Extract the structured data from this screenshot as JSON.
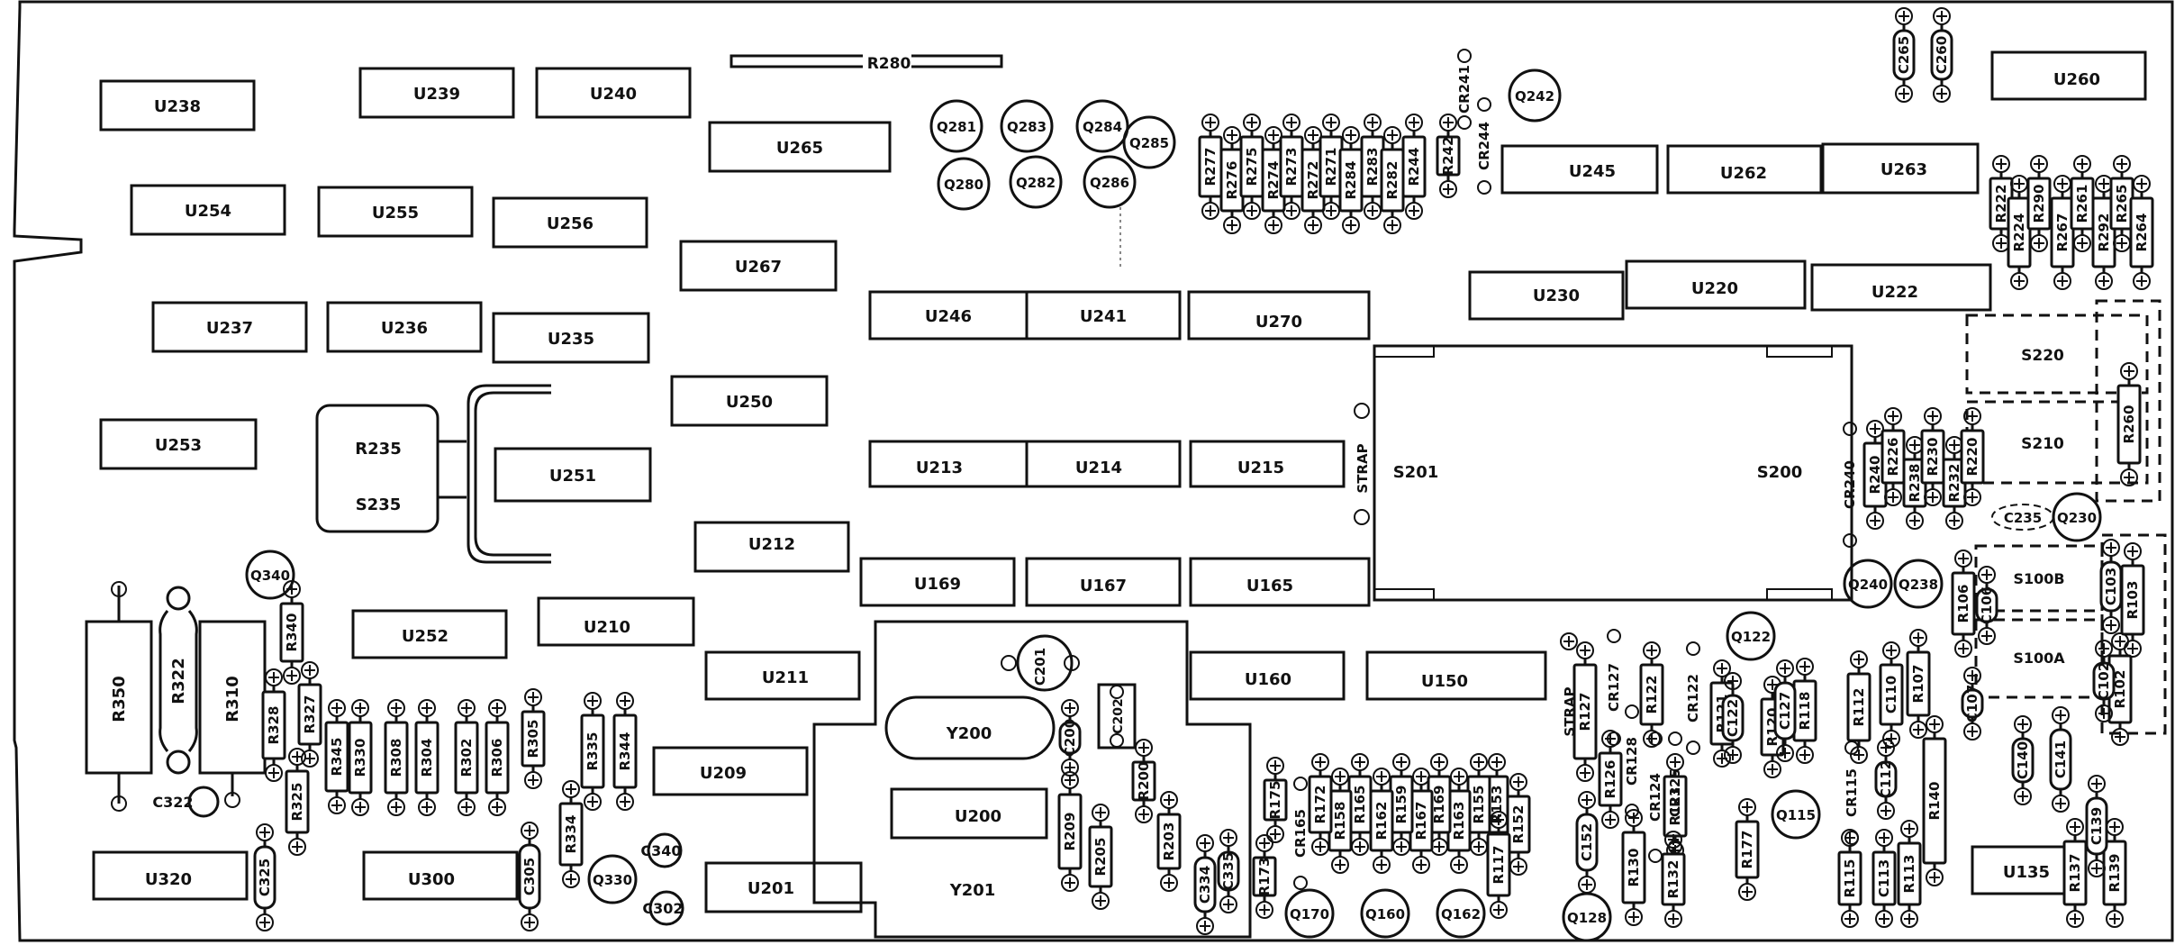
{
  "colors": {
    "ink": "#111111",
    "paper": "#ffffff"
  },
  "chips": {
    "U238": "U238",
    "U239": "U239",
    "U240": "U240",
    "U265": "U265",
    "U254": "U254",
    "U255": "U255",
    "U256": "U256",
    "U267": "U267",
    "U237": "U237",
    "U236": "U236",
    "U235": "U235",
    "U250": "U250",
    "U253": "U253",
    "U251": "U251",
    "U246": "U246",
    "U241": "U241",
    "U270": "U270",
    "U213": "U213",
    "U214": "U214",
    "U215": "U215",
    "U212": "U212",
    "U169": "U169",
    "U167": "U167",
    "U165": "U165",
    "U252": "U252",
    "U210": "U210",
    "U211": "U211",
    "U209": "U209",
    "U200": "U200",
    "U201": "U201",
    "U160": "U160",
    "U150": "U150",
    "U320": "U320",
    "U300": "U300",
    "U245": "U245",
    "U262": "U262",
    "U263": "U263",
    "U260": "U260",
    "U230": "U230",
    "U220": "U220",
    "U222": "U222",
    "U135": "U135"
  },
  "labels": {
    "R280": "R280",
    "R235": "R235",
    "S235": "S235",
    "STRAP": "STRAP",
    "S201": "S201",
    "S200": "S200",
    "S220": "S220",
    "S210": "S210",
    "S100B": "S100B",
    "S100A": "S100A",
    "Y200": "Y200",
    "Y201": "Y201",
    "R350": "R350",
    "R322": "R322",
    "R310": "R310",
    "C322": "C322",
    "C302": "C302",
    "C340": "C340",
    "C235": "C235"
  },
  "transistors": {
    "Q281": "Q281",
    "Q283": "Q283",
    "Q284": "Q284",
    "Q285": "Q285",
    "Q280": "Q280",
    "Q282": "Q282",
    "Q286": "Q286",
    "Q242": "Q242",
    "Q340": "Q340",
    "Q330": "Q330",
    "Q170": "Q170",
    "Q160": "Q160",
    "Q162": "Q162",
    "Q128": "Q128",
    "Q122": "Q122",
    "Q115": "Q115",
    "Q240": "Q240",
    "Q238": "Q238",
    "Q230": "Q230"
  },
  "vert_parts": {
    "R277": "R277",
    "R276": "R276",
    "R275": "R275",
    "R274": "R274",
    "R273": "R273",
    "R272": "R272",
    "R271": "R271",
    "R284": "R284",
    "R283": "R283",
    "R282": "R282",
    "R244": "R244",
    "R242": "R242",
    "CR241": "CR241",
    "CR244": "CR244",
    "R222": "R222",
    "R224": "R224",
    "R290": "R290",
    "R267": "R267",
    "R261": "R261",
    "R292": "R292",
    "R265": "R265",
    "R264": "R264",
    "C265": "C265",
    "C260": "C260",
    "R260": "R260",
    "R240": "R240",
    "CR240": "CR240",
    "R226": "R226",
    "R238": "R238",
    "R230": "R230",
    "R232": "R232",
    "R220": "R220",
    "C106": "C106",
    "R106": "R106",
    "C103": "C103",
    "R103": "R103",
    "R102": "R102",
    "C102": "C102",
    "C107": "C107",
    "R107": "R107",
    "C110": "C110",
    "R112": "R112",
    "CR115": "CR115",
    "C112": "C112",
    "R140": "R140",
    "C140": "C140",
    "C141": "C141",
    "C139": "C139",
    "R137": "R137",
    "R139": "R139",
    "R115": "R115",
    "C113": "C113",
    "R113": "R113",
    "R118": "R118",
    "C127": "C127",
    "R120": "R120",
    "C122": "C122",
    "R121": "R121",
    "R122": "R122",
    "CR122": "CR122",
    "CR125": "CR125",
    "R123": "R123",
    "R132": "R132",
    "R177": "R177",
    "R127": "R127",
    "CR127": "CR127",
    "CR128": "CR128",
    "CR124": "CR124",
    "R126": "R126",
    "R130": "R130",
    "C152": "C152",
    "R152": "R152",
    "R153": "R153",
    "R155": "R155",
    "R117": "R117",
    "R163": "R163",
    "R169": "R169",
    "R167": "R167",
    "R159": "R159",
    "R162": "R162",
    "R165": "R165",
    "R158": "R158",
    "R172": "R172",
    "CR165": "CR165",
    "R175": "R175",
    "R173": "R173",
    "C335": "C335",
    "C334": "C334",
    "R200": "R200",
    "R203": "R203",
    "R205": "R205",
    "R209": "R209",
    "C200": "C200",
    "C202": "C202",
    "C201": "C201",
    "R340": "R340",
    "R327": "R327",
    "R328": "R328",
    "R345": "R345",
    "R330": "R330",
    "R325": "R325",
    "R308": "R308",
    "R304": "R304",
    "R302": "R302",
    "R306": "R306",
    "R305": "R305",
    "R335": "R335",
    "R344": "R344",
    "R334": "R334",
    "C305": "C305",
    "C325": "C325"
  }
}
